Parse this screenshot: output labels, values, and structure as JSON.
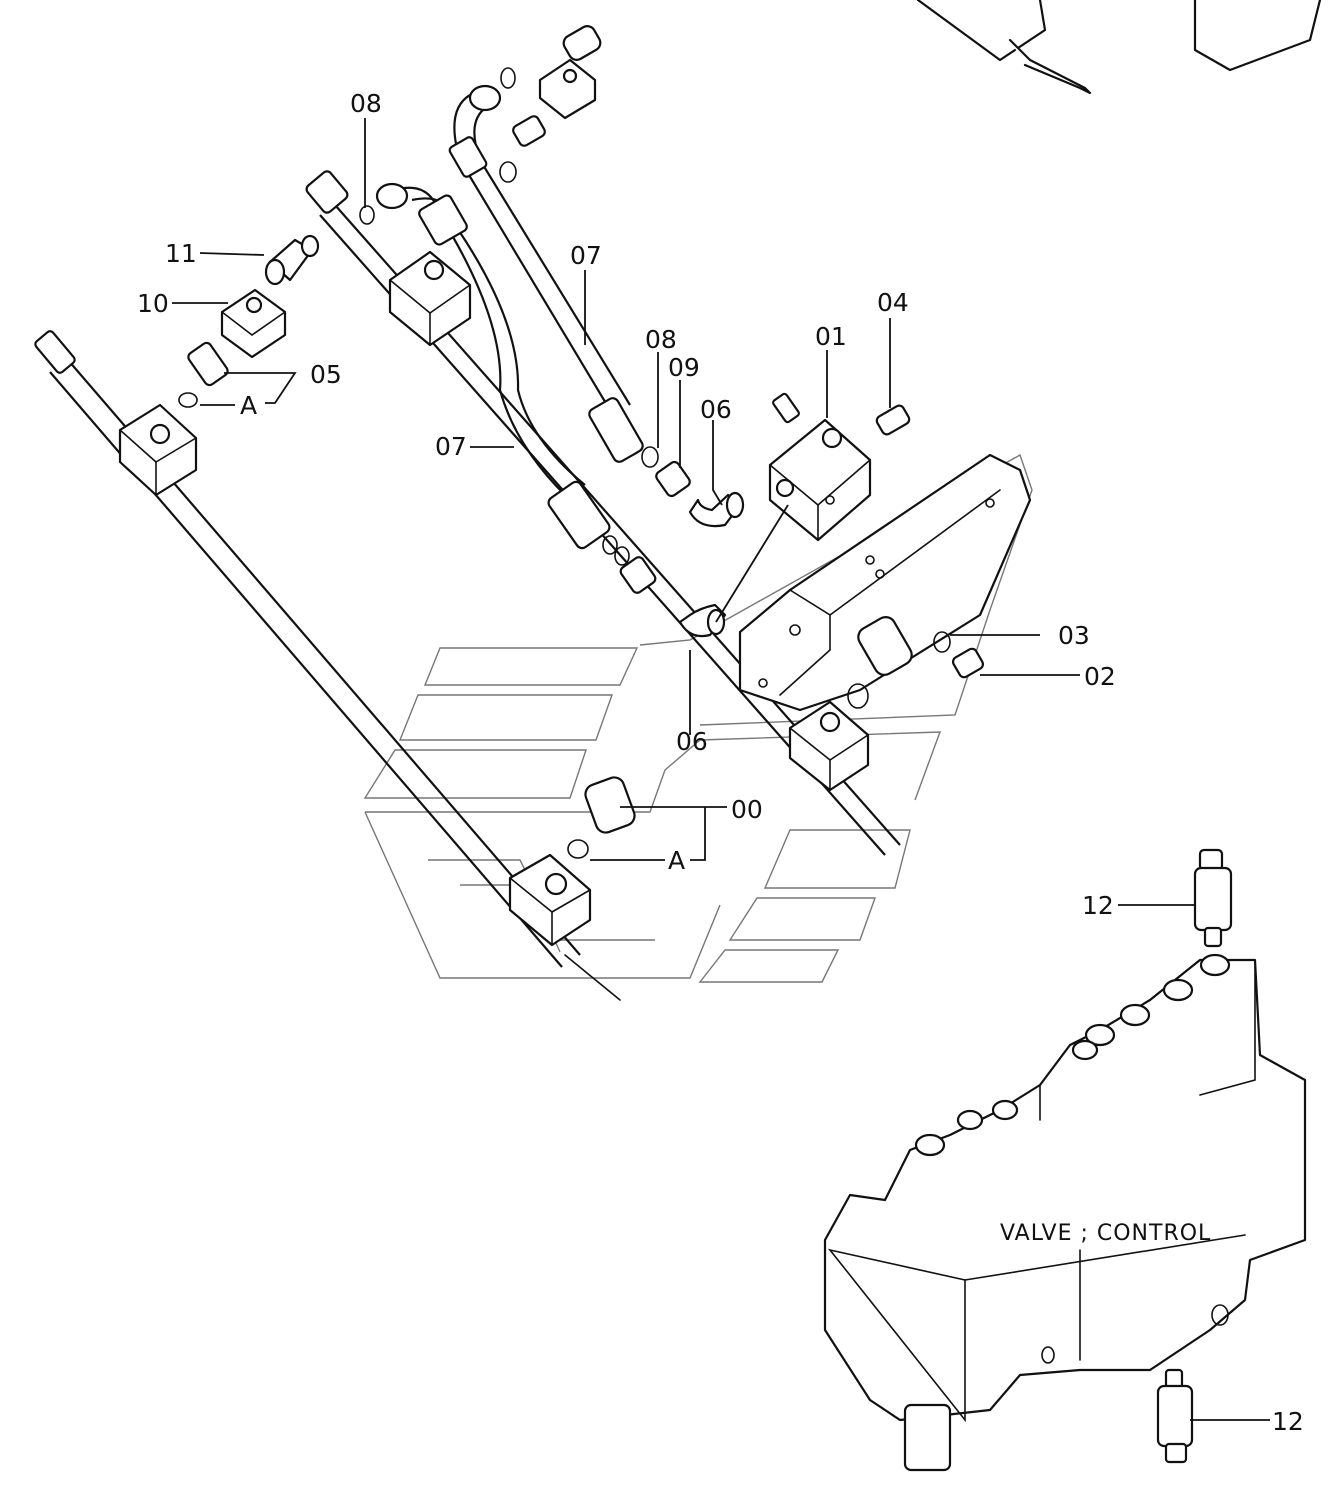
{
  "labels": {
    "l00": "00",
    "l01": "01",
    "l02": "02",
    "l03": "03",
    "l04": "04",
    "l05": "05",
    "l06a": "06",
    "l06b": "06",
    "l07a": "07",
    "l07b": "07",
    "l08a": "08",
    "l08b": "08",
    "l09": "09",
    "l10": "10",
    "l11": "11",
    "l12a": "12",
    "l12b": "12",
    "a1": "A",
    "a2": "A"
  },
  "caption": "VALVE ; CONTROL"
}
